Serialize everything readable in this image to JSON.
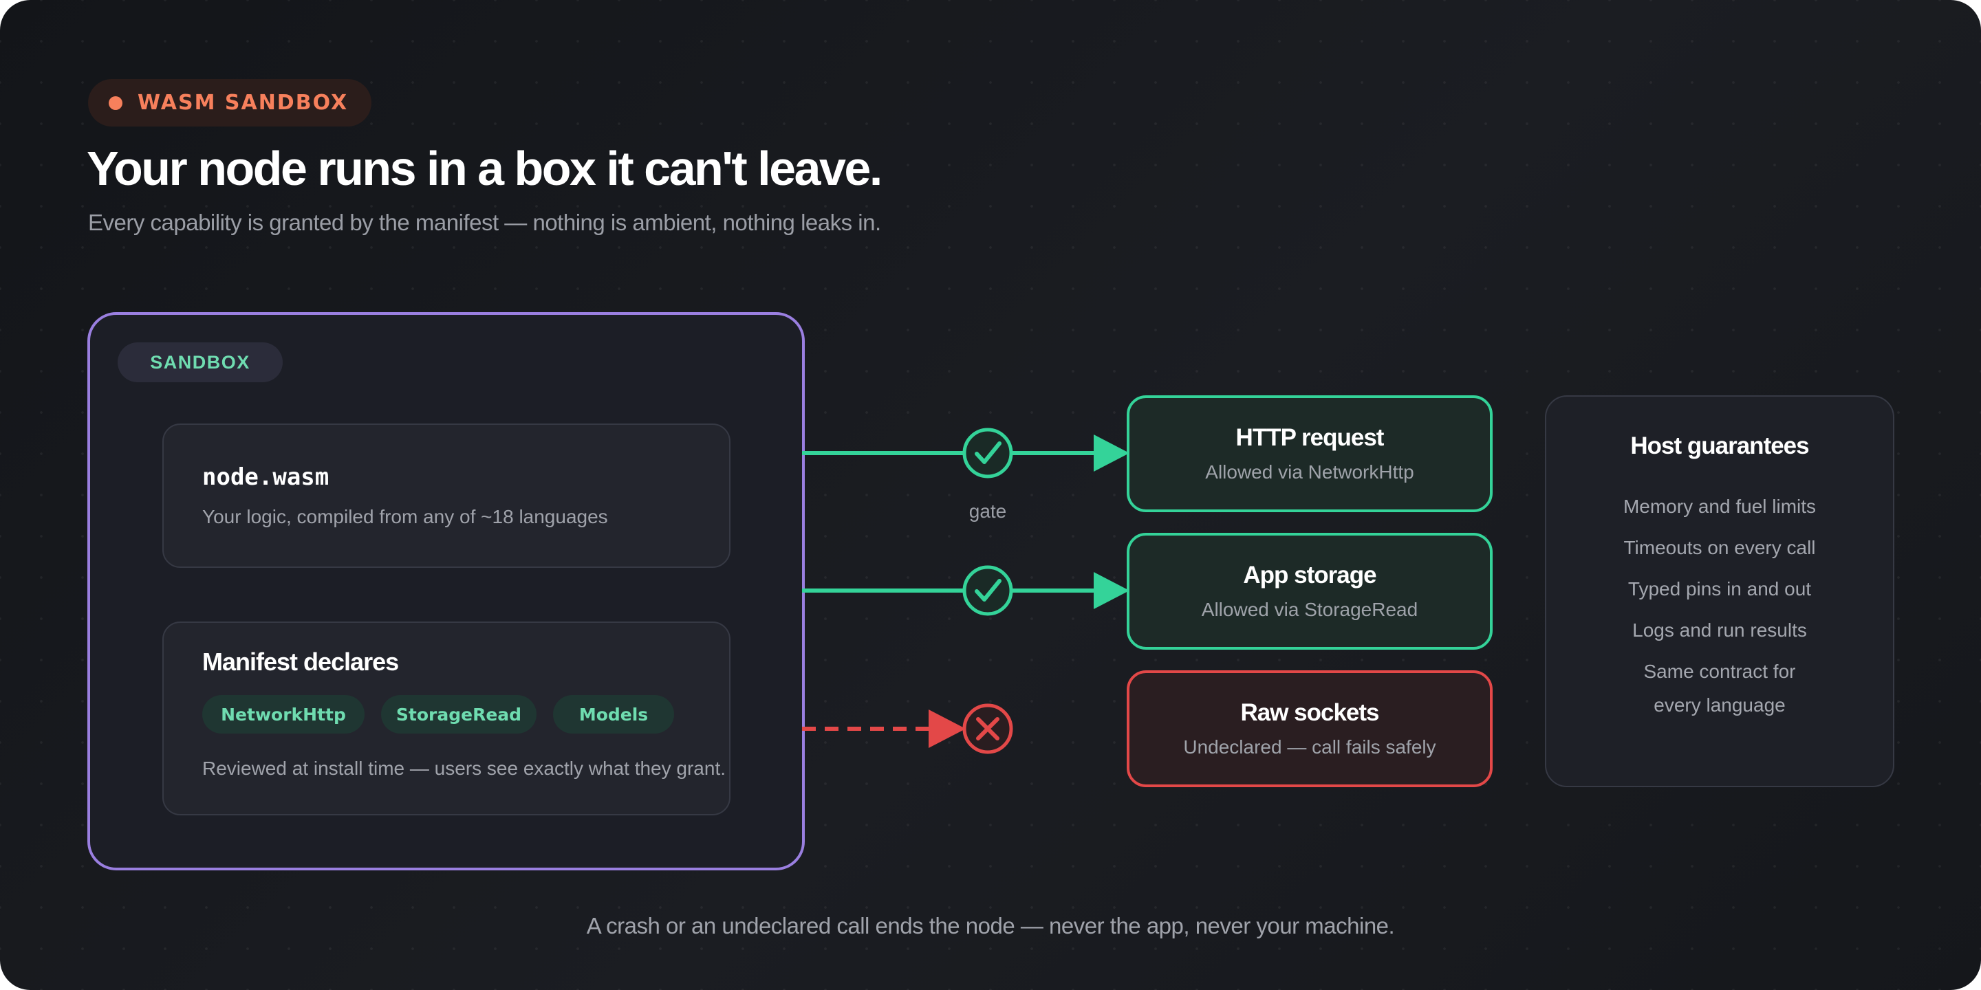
{
  "header": {
    "badge": "WASM SANDBOX",
    "title": "Your node runs in a box it can't leave.",
    "subtitle": "Every capability is granted by the manifest — nothing is ambient, nothing leaks in."
  },
  "sandbox": {
    "tag": "SANDBOX",
    "node": {
      "name": "node.wasm",
      "description": "Your logic, compiled from any of ~18 languages"
    },
    "manifest": {
      "title": "Manifest declares",
      "capabilities": [
        "NetworkHttp",
        "StorageRead",
        "Models"
      ],
      "note": "Reviewed at install time — users see exactly what they grant."
    }
  },
  "gate_label": "gate",
  "targets": [
    {
      "title": "HTTP request",
      "description": "Allowed via NetworkHttp",
      "status": "allowed"
    },
    {
      "title": "App storage",
      "description": "Allowed via StorageRead",
      "status": "allowed"
    },
    {
      "title": "Raw sockets",
      "description": "Undeclared — call fails safely",
      "status": "denied"
    }
  ],
  "host": {
    "title": "Host guarantees",
    "items": [
      "Memory and fuel limits",
      "Timeouts on every call",
      "Typed pins in and out",
      "Logs and run results",
      "Same contract for every language"
    ]
  },
  "footer": "A crash or an undeclared call ends the node — never the app, never your machine.",
  "colors": {
    "background": "#15171c",
    "accent_orange": "#f7805c",
    "sandbox_border": "#9a7fe0",
    "allowed": "#34d399",
    "denied": "#e34848",
    "chip_text": "#6fdcb0"
  },
  "icons": {
    "badge_dot": "dot-icon",
    "allowed_gate": "check-icon",
    "denied_gate": "close-icon"
  }
}
